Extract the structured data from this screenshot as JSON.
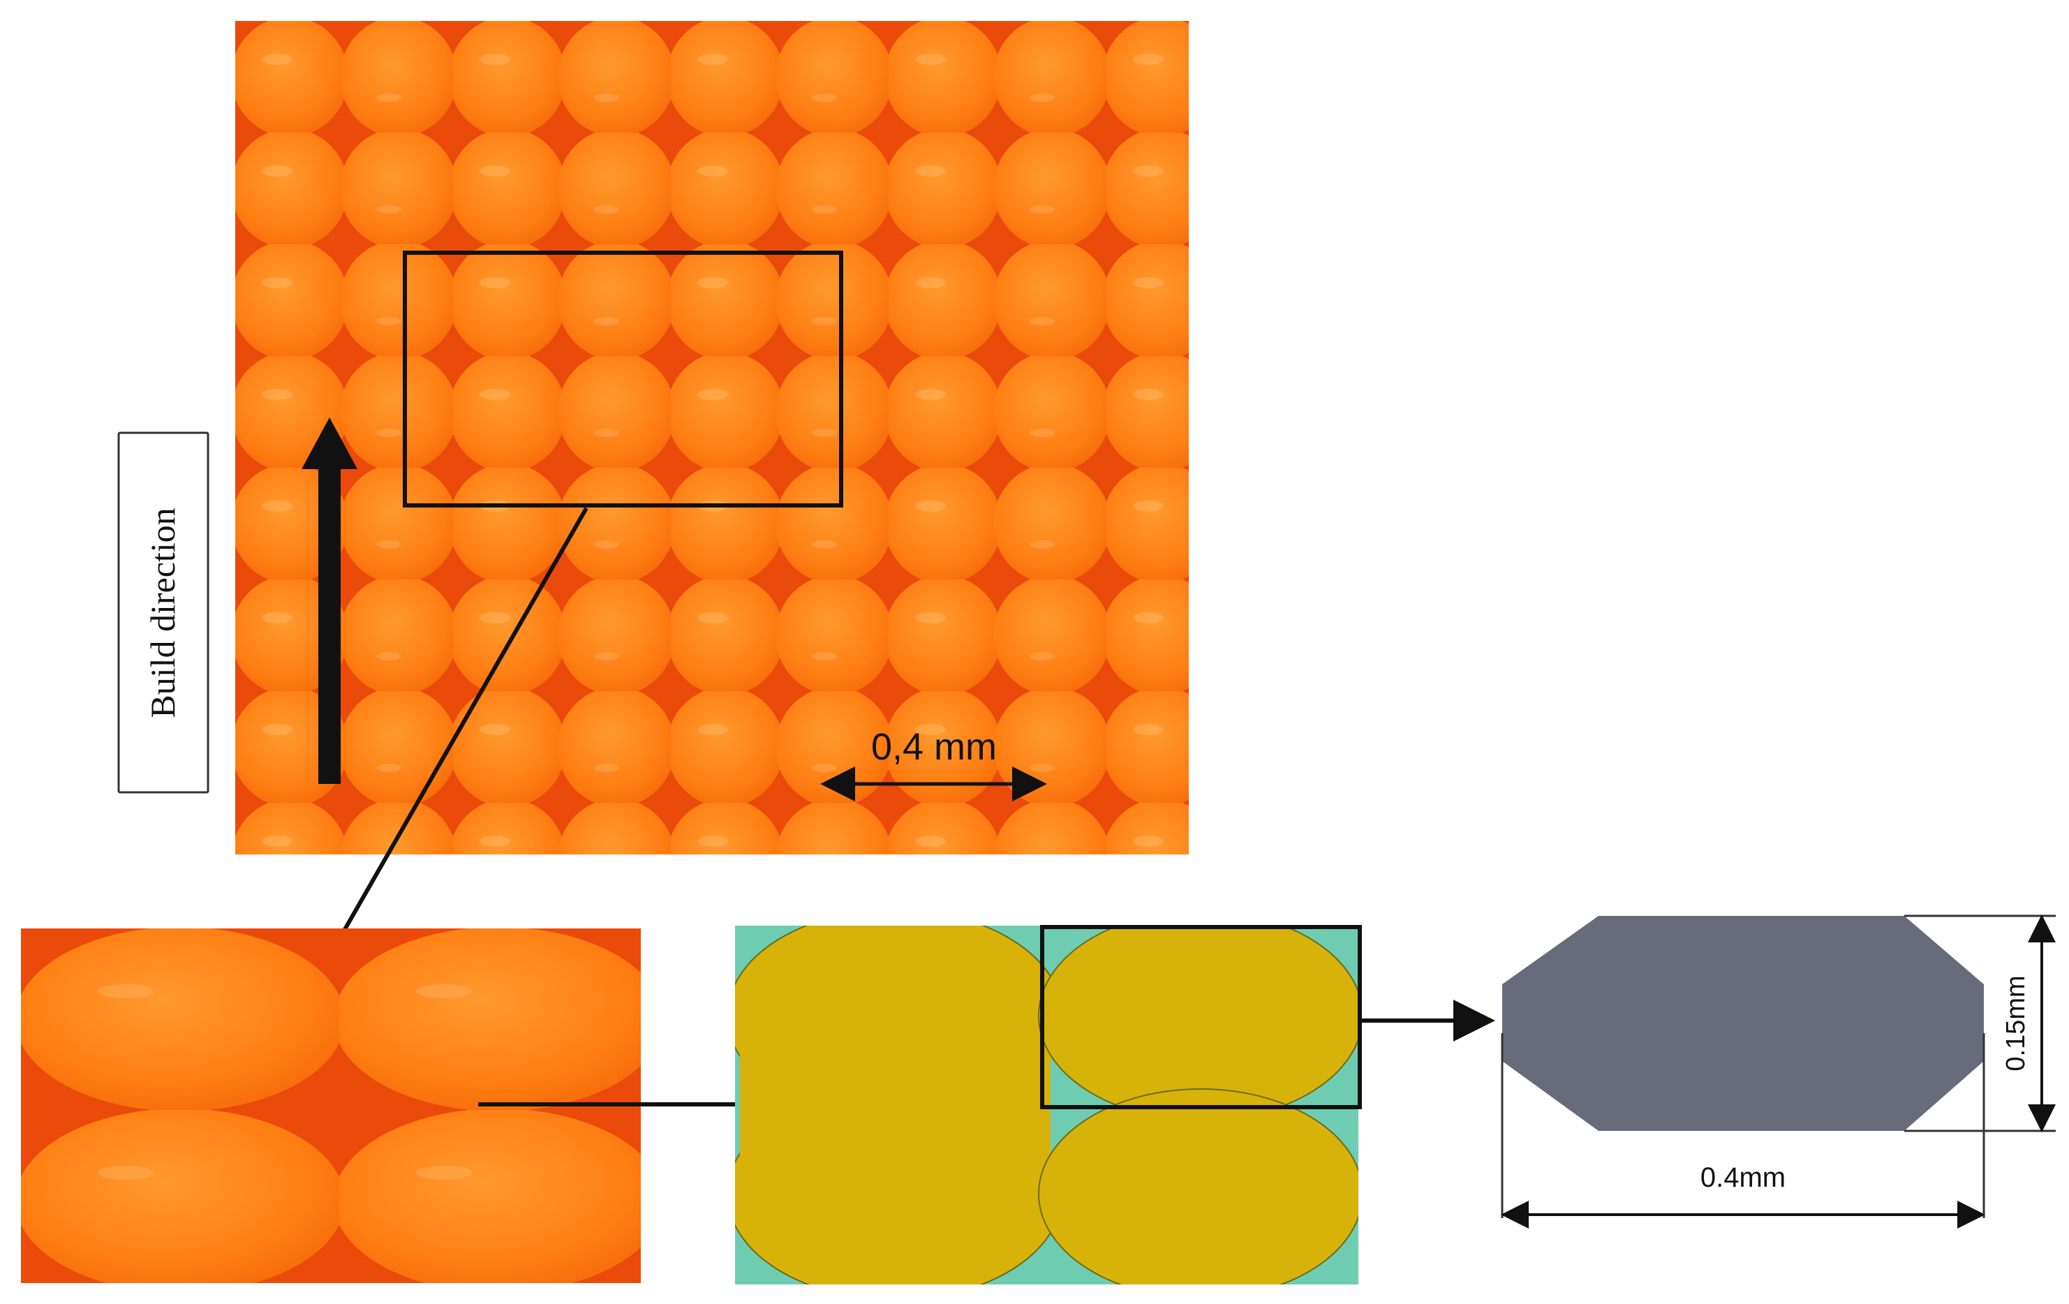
{
  "labels": {
    "build_direction": "Build direction",
    "spacing": "0,4 mm",
    "height_dim": "0.15mm",
    "width_dim": "0.4mm"
  },
  "colors": {
    "filament_orange": "#ff7a0a",
    "filament_dark": "#e84a08",
    "model_bead": "#d7b209",
    "model_void": "#6ecdb0",
    "cross_section": "#676b7a",
    "outline": "#111111"
  }
}
